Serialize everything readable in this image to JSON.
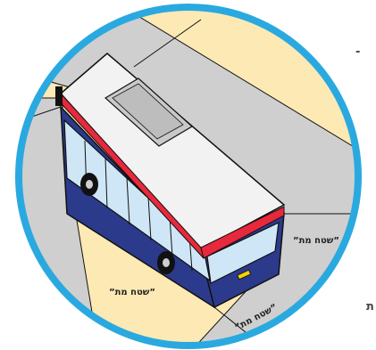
{
  "labels": {
    "zone_left": "”שטח מת”",
    "zone_right": "”שטח מת”",
    "zone_front": "”שטח מת”"
  },
  "edge_glyph": "ת",
  "edge_dash": "-",
  "colors": {
    "ring": "#2aa9e0",
    "background": "#fde9b4",
    "dead_zone": "#cfcfcf",
    "bus_roof": "#f2f2f2",
    "bus_stripe": "#e8283c",
    "bus_body": "#2c3a8c",
    "bus_window": "#cfe6f6",
    "outline": "#111111"
  }
}
